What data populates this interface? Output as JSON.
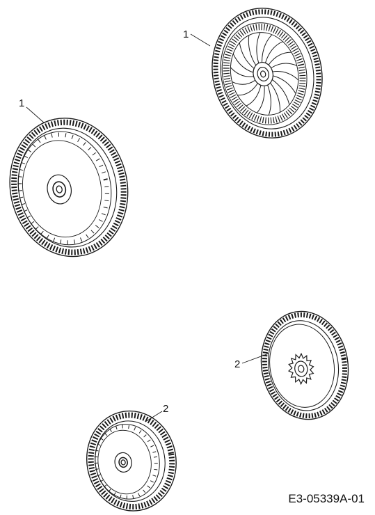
{
  "diagram": {
    "part_number": "E3-05339A-01",
    "parts": [
      {
        "label": "1",
        "description_icon": "front-wheel-with-spokes-icon"
      },
      {
        "label": "1",
        "description_icon": "front-wheel-flat-hub-icon"
      },
      {
        "label": "2",
        "description_icon": "rear-wheel-gear-hub-icon"
      },
      {
        "label": "2",
        "description_icon": "rear-wheel-flat-hub-icon"
      }
    ],
    "colors": {
      "line": "#1a1a1a",
      "background": "#ffffff"
    }
  }
}
